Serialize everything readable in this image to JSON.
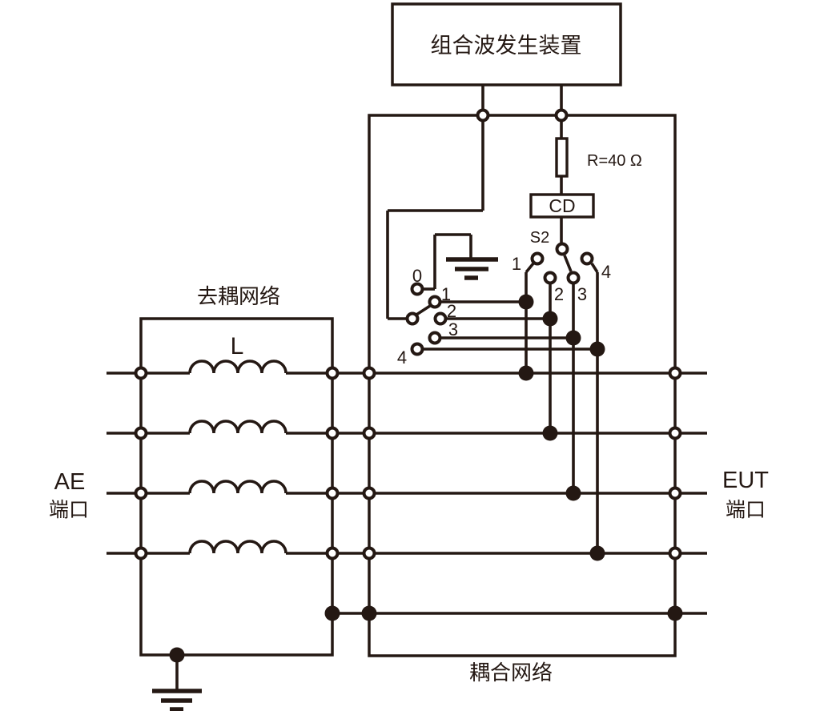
{
  "colors": {
    "ink": "#241813",
    "background": "#ffffff"
  },
  "generator": {
    "label": "组合波发生装置"
  },
  "series_resistor": {
    "label": "R=40 Ω"
  },
  "coupling_device": {
    "label": "CD"
  },
  "switch_s2": {
    "label": "S2",
    "contact_labels": [
      "1",
      "2",
      "3",
      "4"
    ]
  },
  "switch_s1": {
    "contact_labels": [
      "0",
      "1",
      "2",
      "3",
      "4"
    ]
  },
  "decoupling_network": {
    "label": "去耦网络",
    "inductor_label": "L"
  },
  "coupling_network": {
    "label": "耦合网络"
  },
  "ae_port": {
    "label_line1": "AE",
    "label_line2": "端口"
  },
  "eut_port": {
    "label_line1": "EUT",
    "label_line2": "端口"
  }
}
